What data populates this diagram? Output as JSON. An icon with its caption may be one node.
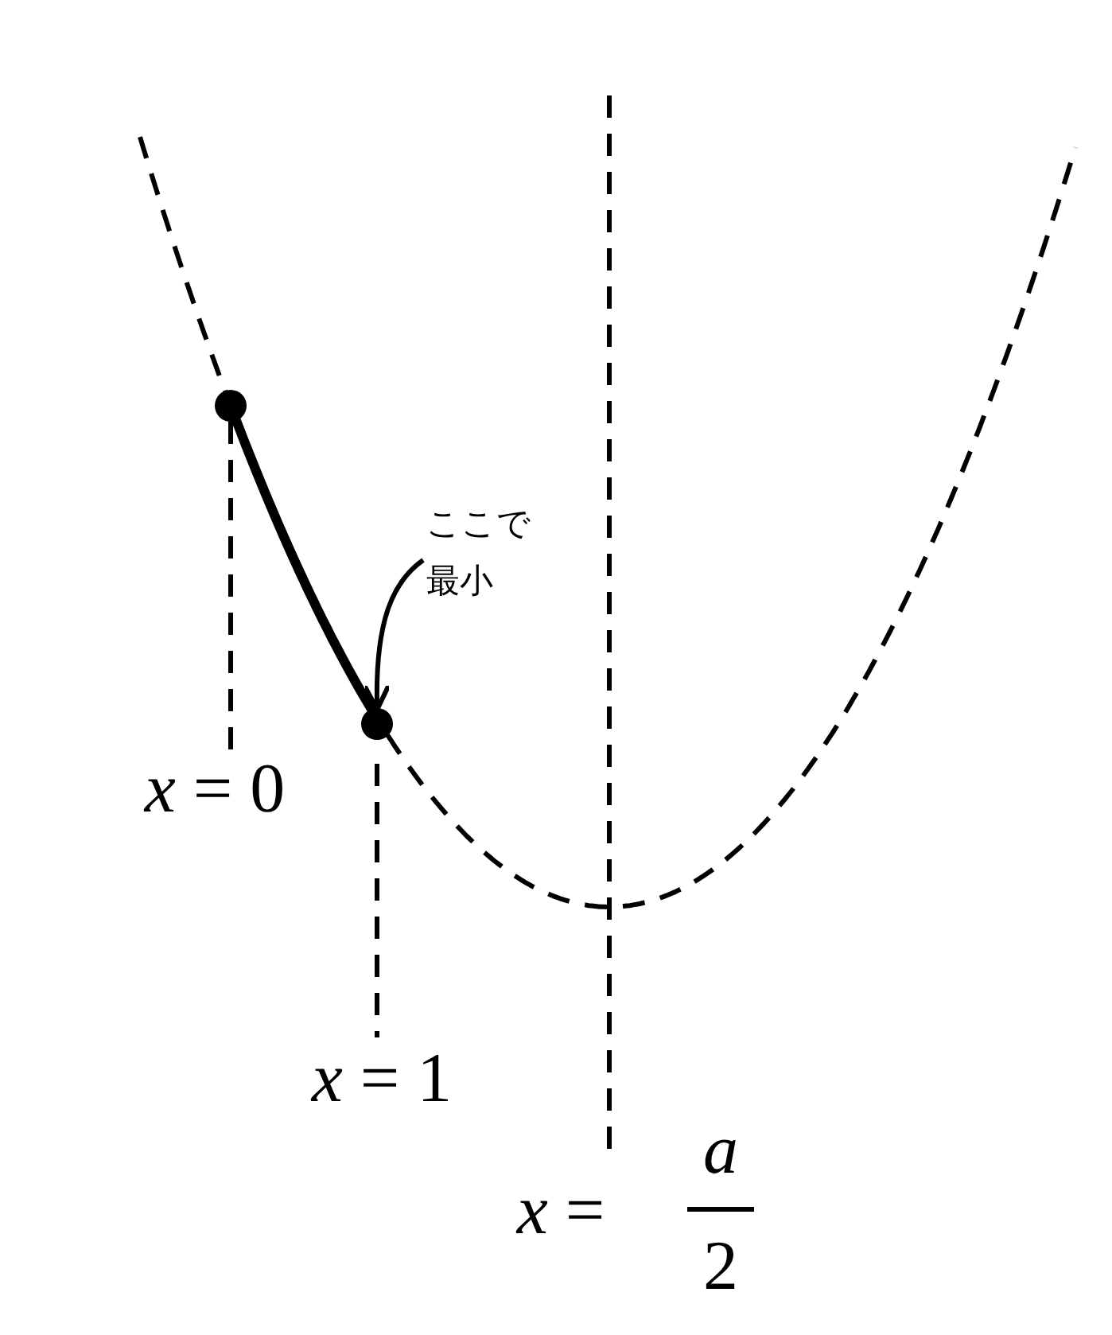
{
  "diagram": {
    "nodes": [
      {
        "text": [
          "ここで最小"
        ]
      },
      {
        "text": [],
        "shape": "circle"
      },
      {
        "text": [],
        "shape": "circle"
      }
    ],
    "edges": [
      {
        "from": 0,
        "to": 2,
        "arrow": "to"
      }
    ],
    "labels": [
      "*x* = 0",
      "*x* = 1",
      "*x* =",
      "*a*",
      "2"
    ]
  }
}
